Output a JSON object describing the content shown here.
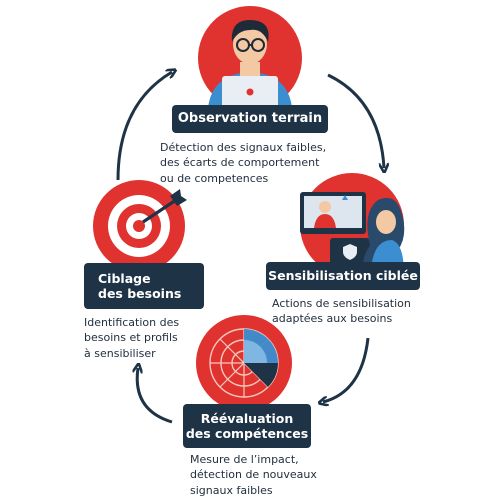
{
  "colors": {
    "accent": "#e0322e",
    "navy": "#1f3347",
    "arrow": "#1f3347",
    "text": "#1f2d3d",
    "skin": "#f3c9a3",
    "shirt": "#3b8ed0",
    "laptop": "#e8eef4"
  },
  "steps": [
    {
      "title": "Observation terrain",
      "icon": "person-laptop-icon",
      "description": "Détection des signaux faibles,\ndes écarts de comportement\nou de competences"
    },
    {
      "title": "Sensibilisation ciblée",
      "icon": "video-training-icon",
      "description": "Actions de sensibilisation\nadaptées aux besoins"
    },
    {
      "title": "Réévaluation\ndes compétences",
      "icon": "radar-chart-icon",
      "description": "Mesure de l’impact,\ndétection de nouveaux\nsignaux faibles"
    },
    {
      "title": "Ciblage\ndes besoins",
      "icon": "target-arrow-icon",
      "description": "Identification des\nbesoins et profils\nà sensibiliser"
    }
  ]
}
